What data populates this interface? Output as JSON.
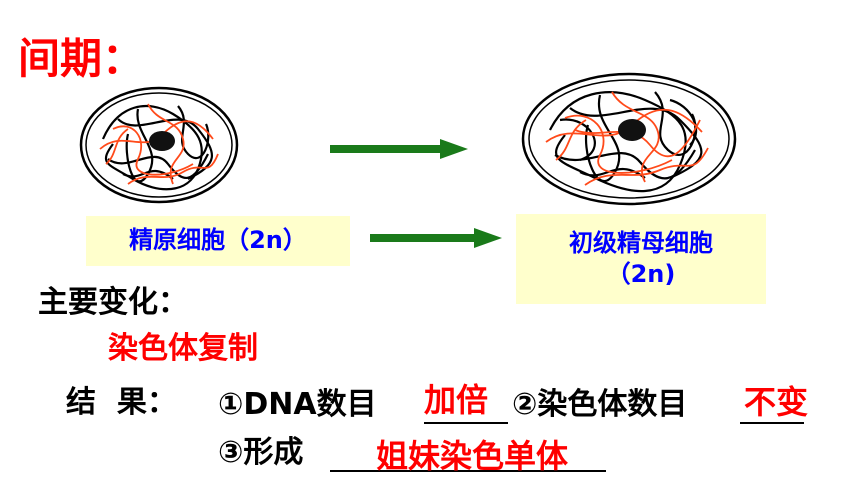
{
  "title": "间期：",
  "cells": {
    "left_label": "精原细胞（2n）",
    "right_label_line1": "初级精母细胞",
    "right_label_line2": "（2n)"
  },
  "main_change": {
    "heading": "主要变化：",
    "value": "染色体复制"
  },
  "result": {
    "label": "结  果：",
    "item1_prefix": "①DNA数目",
    "item1_answer": "加倍",
    "item2_prefix": "②染色体数目",
    "item2_answer": "不变",
    "item3_prefix": "③形成",
    "item3_answer": "姐妹染色单体"
  },
  "colors": {
    "title": "#ff0000",
    "label_text": "#0000ff",
    "label_bg": "#ffffcc",
    "arrow": "#1a7a1a",
    "chromosome_red": "#ff4a1a",
    "chromosome_black": "#000000"
  }
}
